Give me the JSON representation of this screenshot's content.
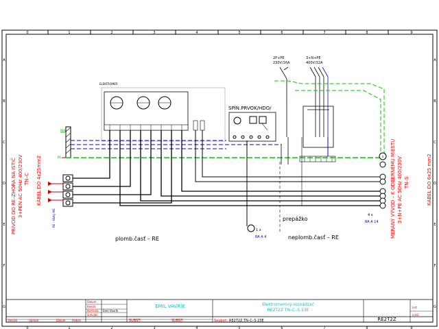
{
  "grid": {
    "cols": [
      "0",
      "1",
      "2",
      "3",
      "4",
      "5",
      "6",
      "7",
      "8",
      "9"
    ],
    "rows": [
      "A",
      "B",
      "C",
      "D",
      "E",
      "F",
      "G"
    ]
  },
  "labels": {
    "elektromer": "ELEKTROMER",
    "spin": "SPÍN.PRVOK/HDO/",
    "breaker1_line1": "2P+PE",
    "breaker1_line2": "230V/16A",
    "breaker2_line1": "3+N+PE",
    "breaker2_line2": "400V/32A",
    "prepazka": "prepážko",
    "plomb": "plomb.časť – RE",
    "neplomb": "neplomb.časť – RE",
    "ra4": "RA A 4",
    "ra14": "RA A 14",
    "ra4_count": "1 x",
    "ra14_count": "4 x",
    "pen": "PEN",
    "pe": "PE",
    "n_label": "N"
  },
  "left_text": {
    "line1": "PRÍVOD DO RE–ZHORA NA ISTIČ",
    "line2": "3+PEN AC 50Hz 400/230V",
    "line3": "TN–C",
    "line4": "KÁBEL DO 4x25mm2",
    "small": "RE – Nízký ME"
  },
  "right_text": {
    "line1": "MERANÝ VÝVOD – K ODBERNÉMU MIESTU",
    "line2": "3+N+PE AC 50Hz 400/230V",
    "line3": "TN–S",
    "line4": "KÁBEL DO 6x25 mm2"
  },
  "title_block": {
    "row_datum": "Datum",
    "row_kreslil": "Kreslil",
    "row_kontrola": "Kontrola",
    "row_schvalil": "Schválil",
    "author_name": "Emil Vavrík",
    "author_big": "EMIL VAVRÍK",
    "project_line1": "Elektromerový rozvádzač",
    "project_line2": "RE2T2Z TN–C–S 23E",
    "revize": "Revize",
    "upravil": "Upravil",
    "datum": "Datum",
    "podpis": "Podpis",
    "subst1": "SUBST:",
    "subst2": "SUBST:",
    "soubor_label": "Soubor:",
    "soubor_value": "RE2T2Z TN–C–S 23E",
    "drawing_no": "RE2T2Z",
    "list": "List",
    "listu": "Listů"
  },
  "colors": {
    "frame": "#000000",
    "wire": "#000000",
    "l_wires": "#cc0000",
    "n_wire": "#0000cc",
    "pe_wire": "#00cc00",
    "text_red": "#ff0000",
    "title_cyan": "#00cccc"
  }
}
